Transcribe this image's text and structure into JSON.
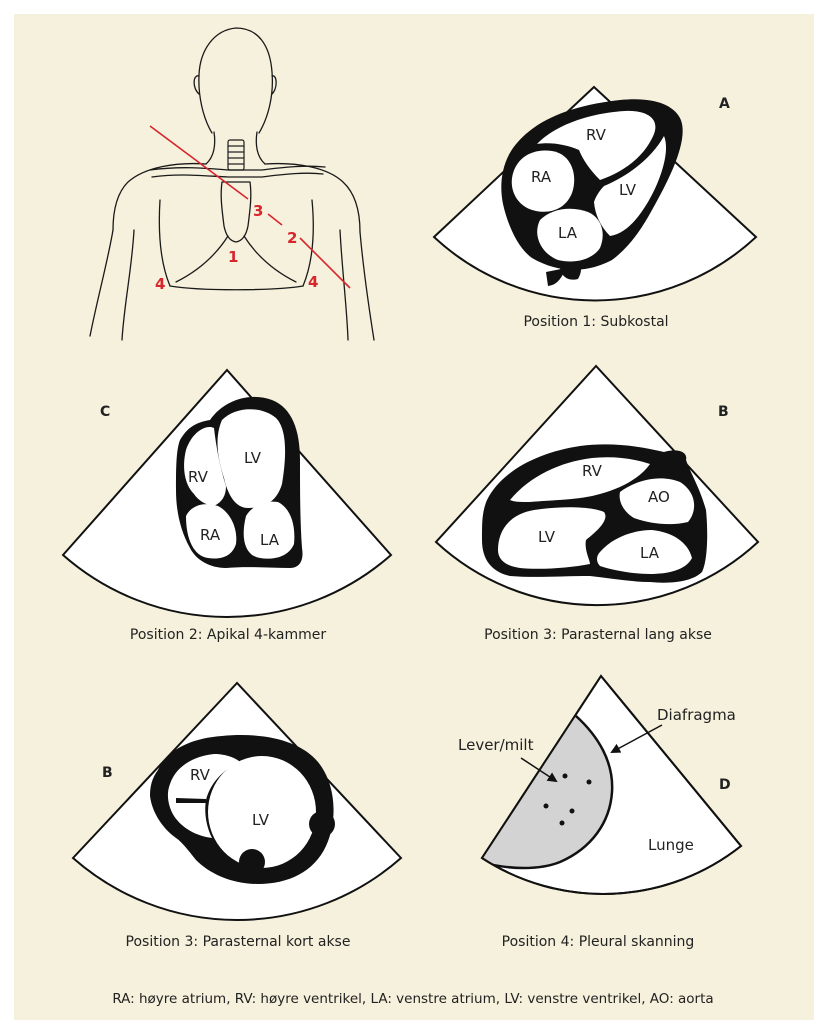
{
  "colors": {
    "background": "#f6f1dc",
    "sector_fill": "#ffffff",
    "heart_wall": "#111111",
    "scan_line": "#d8262d",
    "organ_fill": "#d3d3d3"
  },
  "body_figure": {
    "position_numbers": [
      "1",
      "2",
      "3",
      "4",
      "4"
    ]
  },
  "panels": {
    "A": {
      "letter": "A",
      "labels": [
        "RV",
        "RA",
        "LV",
        "LA"
      ],
      "caption": "Position 1: Subkostal"
    },
    "C": {
      "letter": "C",
      "labels": [
        "LV",
        "RV",
        "RA",
        "LA"
      ],
      "caption": "Position 2: Apikal 4-kammer"
    },
    "B_long": {
      "letter": "B",
      "labels": [
        "RV",
        "AO",
        "LV",
        "LA"
      ],
      "caption": "Position 3: Parasternal lang akse"
    },
    "B_short": {
      "letter": "B",
      "labels": [
        "RV",
        "LV"
      ],
      "caption": "Position 3: Parasternal kort akse"
    },
    "D": {
      "letter": "D",
      "labels": [
        "Lever/milt",
        "Diafragma",
        "Lunge"
      ],
      "caption": "Position 4: Pleural skanning"
    }
  },
  "footnote": "RA: høyre atrium, RV: høyre ventrikel, LA: venstre atrium, LV: venstre ventrikel, AO: aorta"
}
